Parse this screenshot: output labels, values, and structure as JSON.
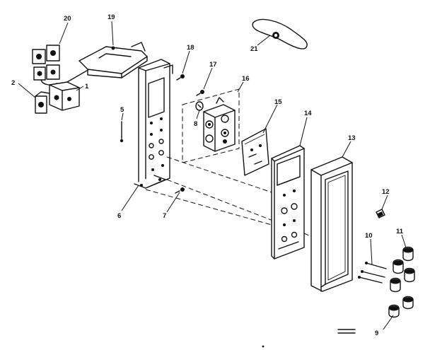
{
  "callouts": {
    "c1": "1",
    "c2": "2",
    "c5": "5",
    "c6": "6",
    "c7": "7",
    "c8": "8",
    "c9": "9",
    "c10": "10",
    "c11": "11",
    "c12": "12",
    "c13": "13",
    "c14": "14",
    "c15": "15",
    "c16": "16",
    "c17": "17",
    "c18": "18",
    "c19": "19",
    "c20": "20",
    "c21": "21"
  }
}
